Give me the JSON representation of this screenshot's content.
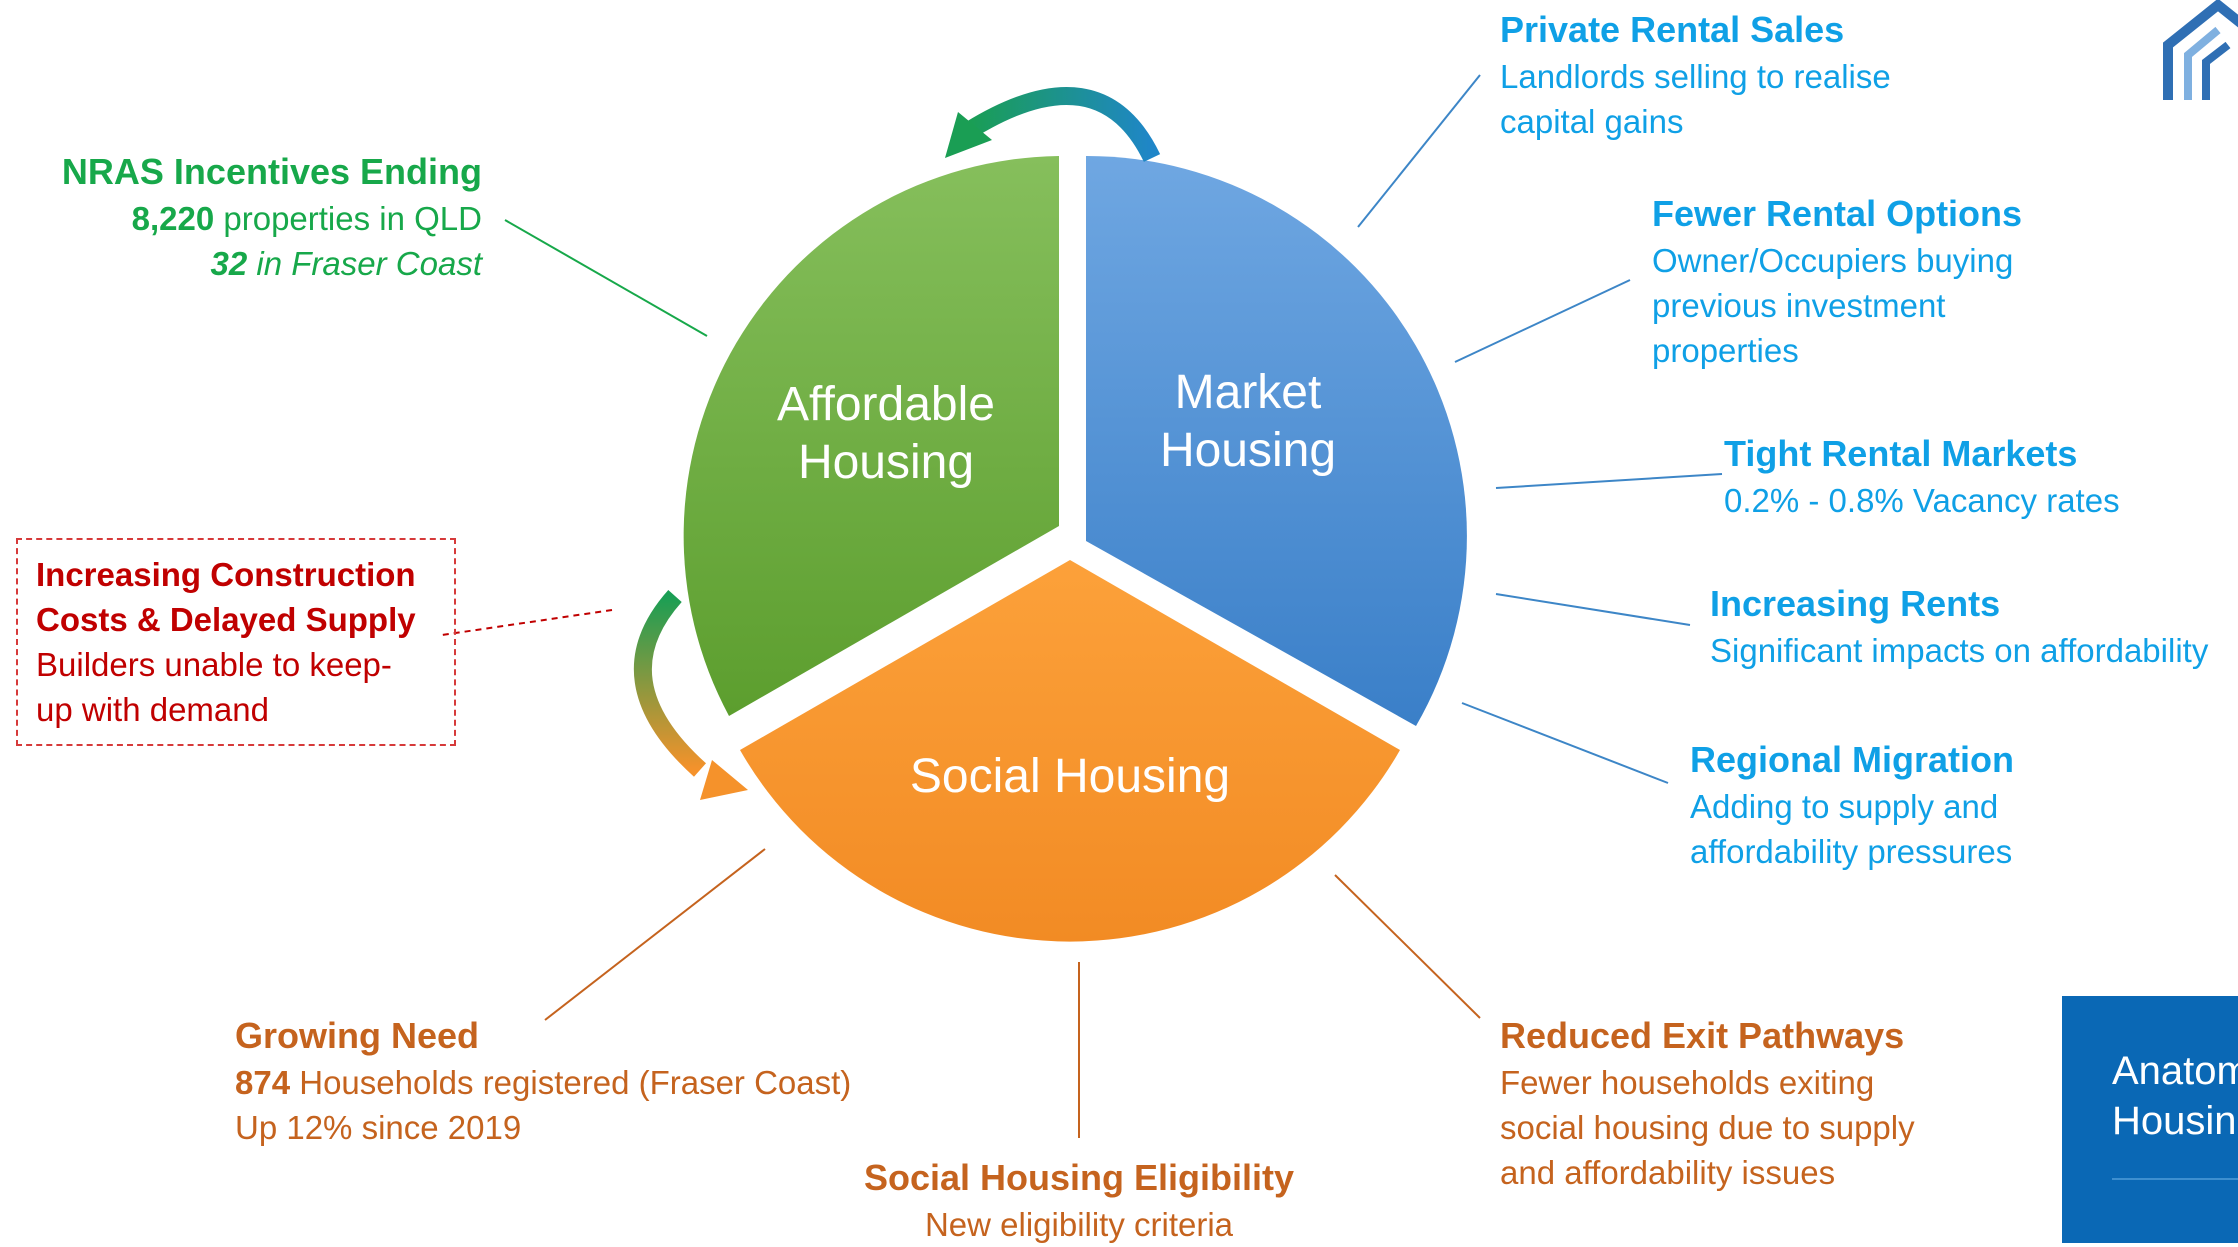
{
  "segments": {
    "affordable": {
      "line1": "Affordable",
      "line2": "Housing",
      "color": "#6aab3c"
    },
    "market": {
      "line1": "Market",
      "line2": "Housing",
      "color": "#4a90d9"
    },
    "social": {
      "line1": "Social Housing",
      "color": "#f7962e"
    }
  },
  "callouts": {
    "private_rental": {
      "title": "Private Rental Sales",
      "line1": "Landlords selling to realise",
      "line2": "capital gains"
    },
    "fewer_rental": {
      "title": "Fewer Rental Options",
      "line1": "Owner/Occupiers buying",
      "line2": "previous investment",
      "line3": "properties"
    },
    "tight_rental": {
      "title": "Tight Rental Markets",
      "line1": "0.2% - 0.8% Vacancy rates"
    },
    "increasing_rents": {
      "title": "Increasing Rents",
      "line1": "Significant impacts on affordability"
    },
    "regional_migration": {
      "title": "Regional Migration",
      "line1": "Adding to supply and",
      "line2": "affordability pressures"
    },
    "reduced_exit": {
      "title": "Reduced Exit Pathways",
      "line1": "Fewer households exiting",
      "line2": "social housing due to supply",
      "line3": "and affordability issues"
    },
    "eligibility": {
      "title": "Social Housing Eligibility",
      "line1": "New eligibility criteria"
    },
    "growing_need": {
      "title": "Growing Need",
      "number": "874",
      "line1_rest": " Households registered (Fraser Coast)",
      "line2": "Up 12% since 2019"
    },
    "construction": {
      "title_line1": "Increasing Construction",
      "title_line2": "Costs & Delayed Supply",
      "line1": "Builders unable to keep-",
      "line2": "up with demand"
    },
    "nras": {
      "title": "NRAS Incentives Ending",
      "number1": "8,220",
      "line1_rest": " properties in QLD",
      "number2": "32",
      "line2_rest": " in Fraser Coast"
    }
  },
  "anatomy": {
    "line1": "Anatomy",
    "line2": "Housing"
  },
  "colors": {
    "blue_text": "#0fa0e6",
    "green_text": "#17a84a",
    "orange_text": "#c5631e",
    "red_text": "#c00000",
    "anatomy_bg": "#0a68b5"
  },
  "icons": {
    "logo": "house-outline-icon",
    "cycle_arrow_top": "curved-arrow-icon",
    "cycle_arrow_left": "curved-arrow-icon"
  }
}
